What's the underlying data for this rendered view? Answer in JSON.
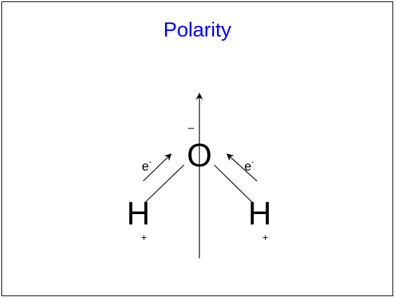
{
  "title": "Polarity",
  "colors": {
    "title": "#0000ff",
    "ink": "#000000",
    "border": "#000000"
  },
  "molecule": {
    "center_atom": "O",
    "center_charge": "–",
    "left_atom": "H",
    "left_charge": "+",
    "right_atom": "H",
    "right_charge": "+",
    "left_electron": {
      "symbol": "e",
      "superscript": "-"
    },
    "right_electron": {
      "symbol": "e",
      "superscript": "-"
    }
  }
}
